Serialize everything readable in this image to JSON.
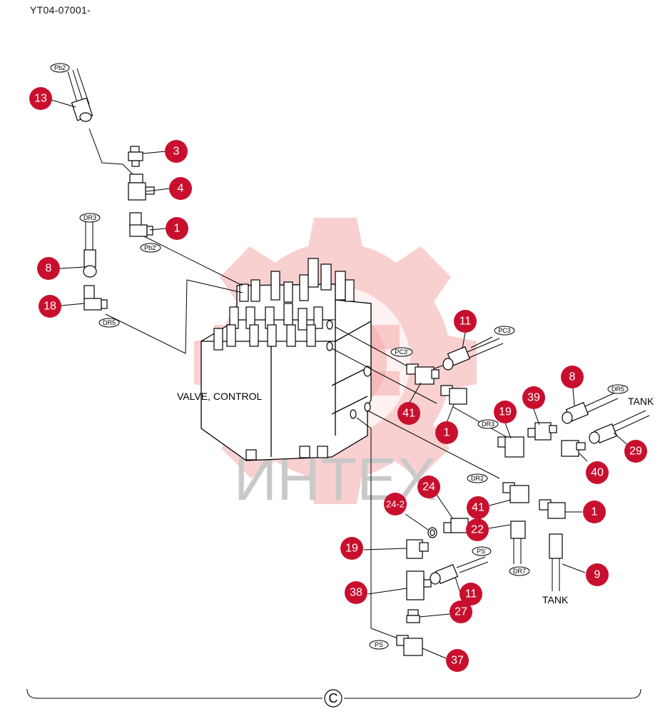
{
  "header": {
    "doc_code": "YT04-07001-"
  },
  "assembly_label": "VALVE, CONTROL",
  "tank_labels": [
    "TANK",
    "TANK"
  ],
  "section_letter": "C",
  "watermark_text": "ИНТЕХ",
  "colors": {
    "callout": "#c8102e",
    "watermark": "#f4a9a9"
  },
  "callouts": {
    "c13": "13",
    "c3": "3",
    "c4": "4",
    "c1a": "1",
    "c8a": "8",
    "c18": "18",
    "c11a": "11",
    "c41a": "41",
    "c1b": "1",
    "c19a": "19",
    "c39": "39",
    "c8b": "8",
    "c29": "29",
    "c40": "40",
    "c24": "24",
    "c24_2": "24-2",
    "c41b": "41",
    "c22": "22",
    "c1c": "1",
    "c19b": "19",
    "c9": "9",
    "c38": "38",
    "c11b": "11",
    "c27": "27",
    "c37": "37"
  },
  "ports": {
    "pb2": "Pb2",
    "pb2p": "Pb2'",
    "dr3a": "DR3",
    "dr5a": "DR5",
    "pc3p": "PC3'",
    "pc3": "PC3",
    "dr3b": "DR3",
    "dr5b": "DR5",
    "dr2": "DR2",
    "ps_p": "PS'",
    "dr7": "DR7",
    "ps": "PS"
  }
}
